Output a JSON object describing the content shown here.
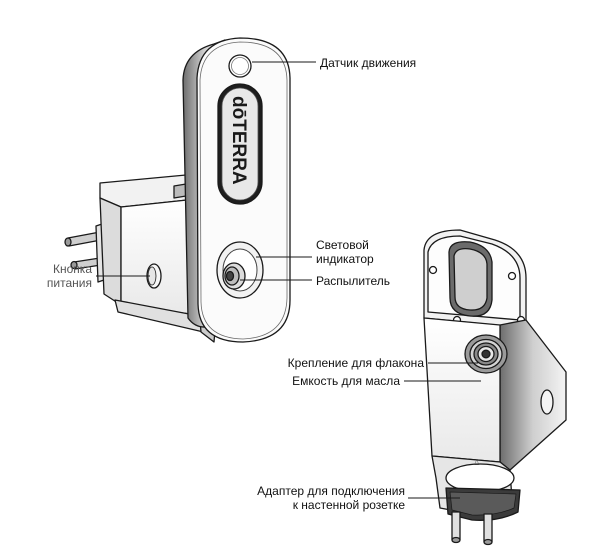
{
  "brand_logo": "dōTERRA",
  "labels": {
    "motion_sensor": "Датчик движения",
    "light_indicator_1": "Световой",
    "light_indicator_2": "индикатор",
    "sprayer": "Распылитель",
    "power_button_1": "Кнопка",
    "power_button_2": "питания",
    "bottle_mount": "Крепление для флакона",
    "oil_container": "Емкость для масла",
    "adapter_1": "Адаптер для подключения",
    "adapter_2": "к настенной розетке"
  },
  "colors": {
    "line": "#1a1a1a",
    "dark_fill": "#2b2b2b",
    "light_gray": "#d8d8d8",
    "shade": "#9a9a9a"
  }
}
